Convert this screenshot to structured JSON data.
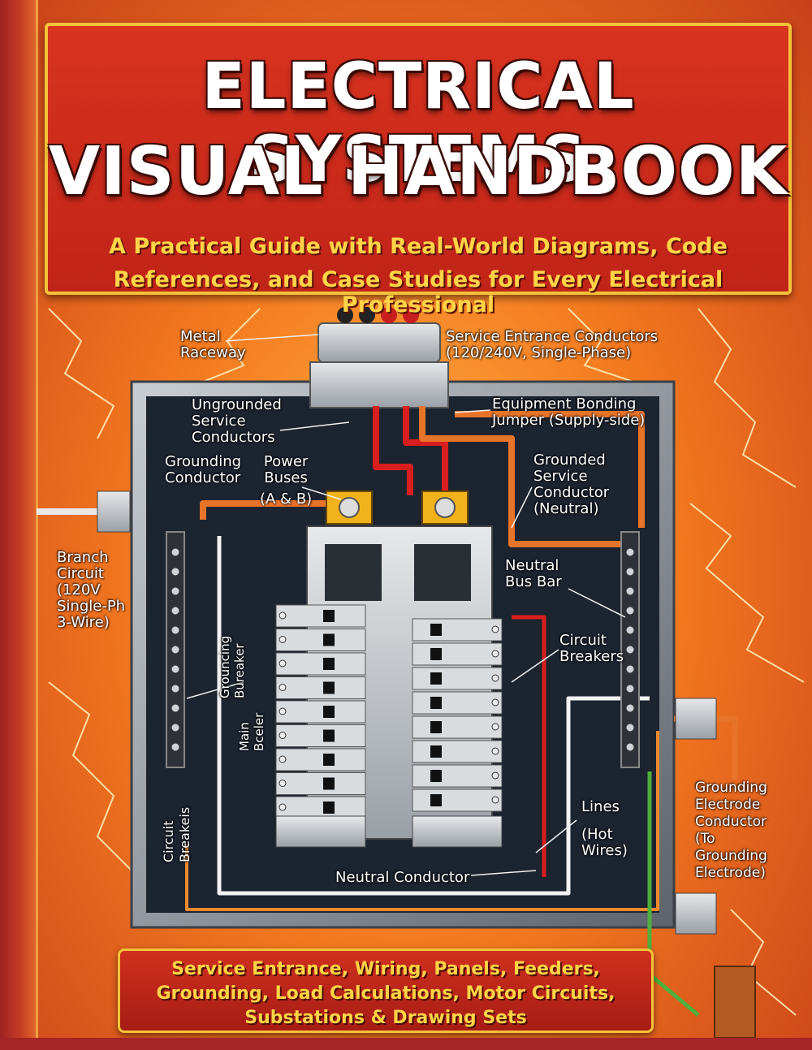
{
  "title": {
    "line1": "ELECTRICAL SYSTEMS",
    "line2": "VISUAL HANDBOOK"
  },
  "subtitle": {
    "line1": "A Practical Guide with Real-World Diagrams, Code",
    "line2": "References, and Case Studies for Every Electrical Professional"
  },
  "labels": {
    "metal_raceway": [
      "Metal",
      "Raceway"
    ],
    "service_entrance": [
      "Service Entrance Conductors",
      "(120/240V, Single-Phase)"
    ],
    "ungrounded": [
      "Ungrounded",
      "Service",
      "Conductors"
    ],
    "bonding_jumper": [
      "Equipment Bonding",
      "Jumper (Supply-side)"
    ],
    "grounding_conductor": [
      "Grounding",
      "Conductor"
    ],
    "power_buses": [
      "Power",
      "Buses",
      "(A & B)"
    ],
    "grounded_service": [
      "Grounded",
      "Service",
      "Conductor",
      "(Neutral)"
    ],
    "branch_circuit": [
      "Branch",
      "Circuit",
      "(120V",
      "Single-Ph",
      "3-Wire)"
    ],
    "neutral_bus": [
      "Neutral",
      "Bus Bar"
    ],
    "circuit_breakers_right": [
      "Circuit",
      "Breakers"
    ],
    "grouncing_breaker": [
      "Grouncing",
      "Bureaker"
    ],
    "main_breaker": [
      "Main",
      "Bceler"
    ],
    "circuit_breakers_left": [
      "Circuit",
      "Breakeis"
    ],
    "lines": [
      "Lines",
      "(Hot",
      "Wires)"
    ],
    "gec": [
      "Grounding",
      "Electrode",
      "Conductor",
      "(To",
      "Grounding",
      "Electrode)"
    ],
    "neutral_conductor": "Neutral Conductor"
  },
  "footer": {
    "line1": "Service Entrance, Wiring, Panels, Feeders,",
    "line2": "Grounding, Load Calculations, Motor Circuits,",
    "line3": "Substations & Drawing Sets"
  },
  "colors": {
    "title_box": "#c82a1c",
    "title_border": "#f4c23a",
    "subtitle_text": "#ffd447",
    "panel_frame": "#8a8f96",
    "panel_interior": "#1c2430",
    "hot_wire": "#d81e1e",
    "neutral_wire": "#f2f2f2",
    "bonding_wire": "#e8742a",
    "ground_wire": "#4fae3c"
  },
  "breakers": {
    "left_count": 9,
    "right_count": 8
  }
}
